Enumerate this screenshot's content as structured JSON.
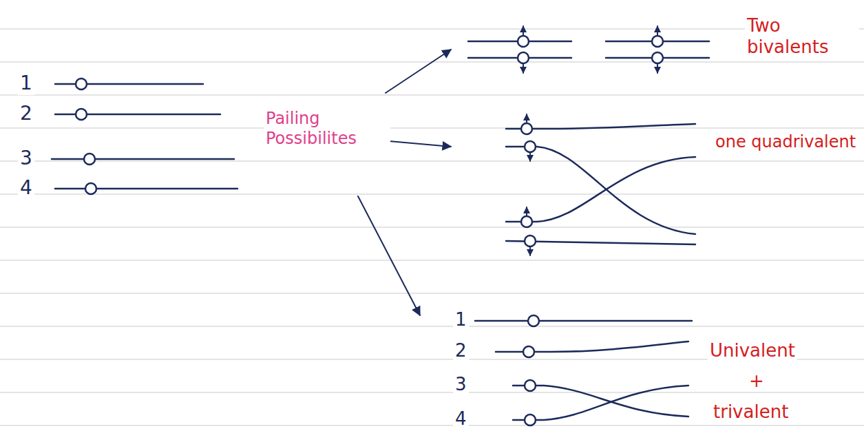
{
  "diagram": {
    "labels": [
      "1",
      "2",
      "3",
      "4",
      "Pailing Possibilites",
      "Two bivalents",
      "one quadrivalent",
      "1",
      "2",
      "3",
      "4",
      "Univalent",
      "+",
      "trivalent"
    ]
  }
}
